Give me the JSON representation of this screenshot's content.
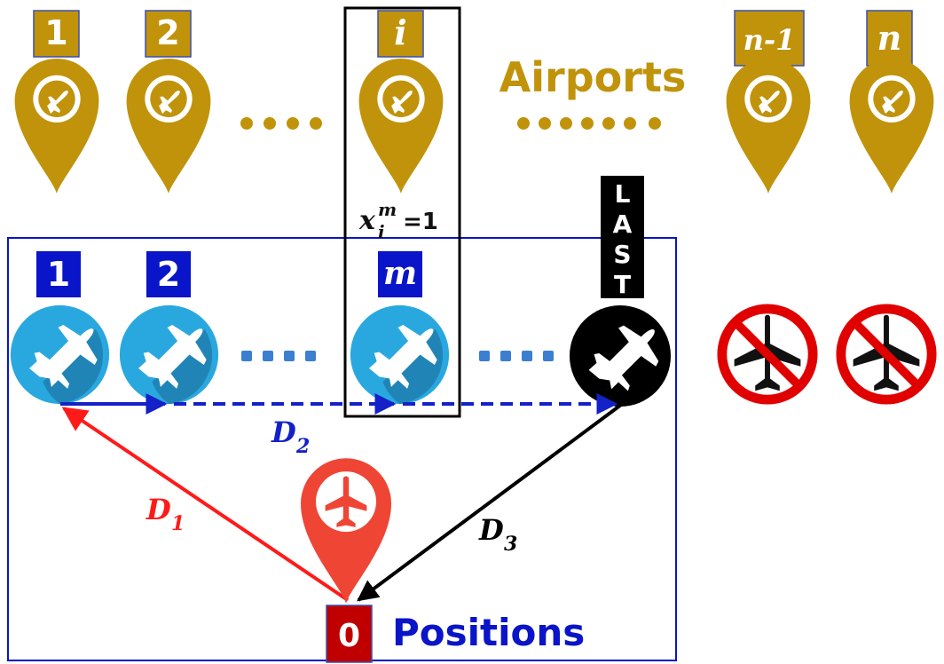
{
  "airports": {
    "title": "Airports",
    "labels": [
      "1",
      "2",
      "i",
      "n-1",
      "n"
    ],
    "color": "#C0930B"
  },
  "positions": {
    "title": "Positions",
    "labels": [
      "1",
      "2",
      "m"
    ],
    "last_label": [
      "L",
      "A",
      "S",
      "T"
    ],
    "origin_label": "0",
    "label_color": "#0A14C8",
    "origin_color": "#C00000"
  },
  "assignment": {
    "var": "x",
    "sub": "i",
    "sup": "m",
    "value": "=1"
  },
  "distances": {
    "d1": {
      "var": "D",
      "sub": "1",
      "color": "#FF1A1A"
    },
    "d2": {
      "var": "D",
      "sub": "2",
      "color": "#1420C8"
    },
    "d3": {
      "var": "D",
      "sub": "3",
      "color": "#000000"
    }
  },
  "icons": {
    "airport_marker": "airport-pin-icon",
    "plane": "airplane-circle-icon",
    "last_plane": "black-airplane-icon",
    "no_plane": "no-airplane-icon",
    "origin": "origin-pin-icon"
  }
}
